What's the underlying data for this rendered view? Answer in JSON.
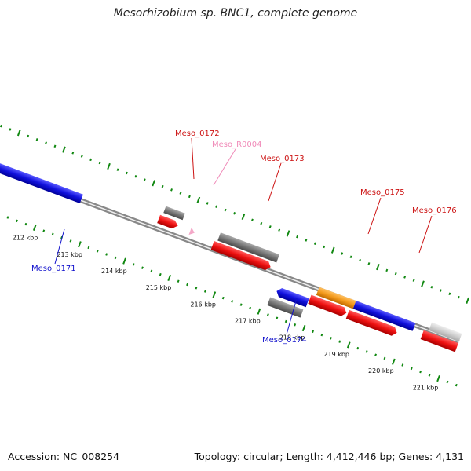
{
  "title": "Mesorhizobium sp. BNC1, complete genome",
  "footer": {
    "accession": "Accession: NC_008254",
    "topology": "Topology: circular; Length: 4,412,446 bp; Genes: 4,131"
  },
  "colors": {
    "red": "#ee1111",
    "blue": "#1111dd",
    "gray": "#777777",
    "light_gray": "#cfcfcf",
    "orange": "#f39a1c",
    "pink": "#f4a8c8",
    "green": "#118811",
    "backbone": "#888888"
  },
  "ticks": [
    "212 kbp",
    "213 kbp",
    "214 kbp",
    "215 kbp",
    "216 kbp",
    "217 kbp",
    "218 kbp",
    "219 kbp",
    "220 kbp",
    "221 kbp"
  ],
  "gene_labels": [
    {
      "text": "Meso_0171",
      "color": "#1111cc"
    },
    {
      "text": "Meso_0172",
      "color": "#cc1111"
    },
    {
      "text": "Meso_R0004",
      "color": "#f08ab8"
    },
    {
      "text": "Meso_0173",
      "color": "#cc1111"
    },
    {
      "text": "Meso_0174",
      "color": "#1111cc"
    },
    {
      "text": "Meso_0175",
      "color": "#cc1111"
    },
    {
      "text": "Meso_0176",
      "color": "#cc1111"
    }
  ]
}
